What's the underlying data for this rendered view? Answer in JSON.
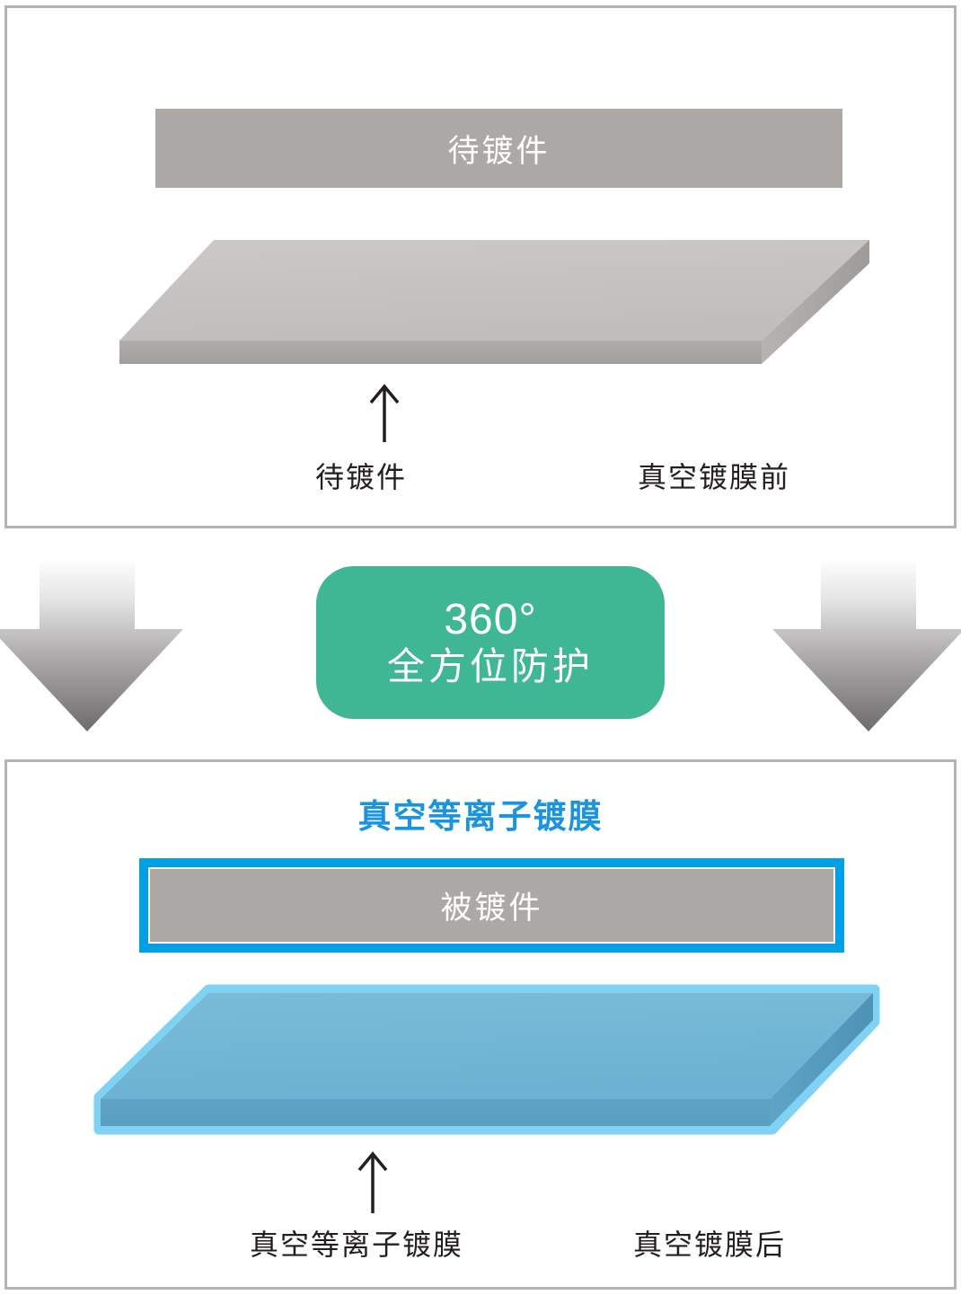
{
  "diagram": {
    "title_hidden": "",
    "panel_before": {
      "workpiece_bar_label": "待镀件",
      "slab_caption": "待镀件",
      "stage_caption": "真空镀膜前"
    },
    "middle": {
      "badge_degrees": "360°",
      "badge_subtitle": "全方位防护",
      "badge_color": "#3fb795",
      "arrow_left_name": "down-arrow-left",
      "arrow_right_name": "down-arrow-right",
      "arrow_gradient_from": "#fcfcfc",
      "arrow_gradient_to": "#6e6e6e"
    },
    "panel_after": {
      "title": "真空等离子镀膜",
      "title_color": "#1b94e0",
      "coated_bar_label": "被镀件",
      "coating_border_color": "#00a0e9",
      "slab_caption": "真空等离子镀膜",
      "stage_caption": "真空镀膜后",
      "slab_top_color": "#6fb6d6",
      "slab_glow_color": "#7fd2f2"
    },
    "colors": {
      "panel_border": "#b3b3b3",
      "gray_bar": "#aba8a6",
      "slab_top": "#c6c4c2",
      "slab_side": "#a8a5a3",
      "text_dark": "#231f20"
    }
  }
}
